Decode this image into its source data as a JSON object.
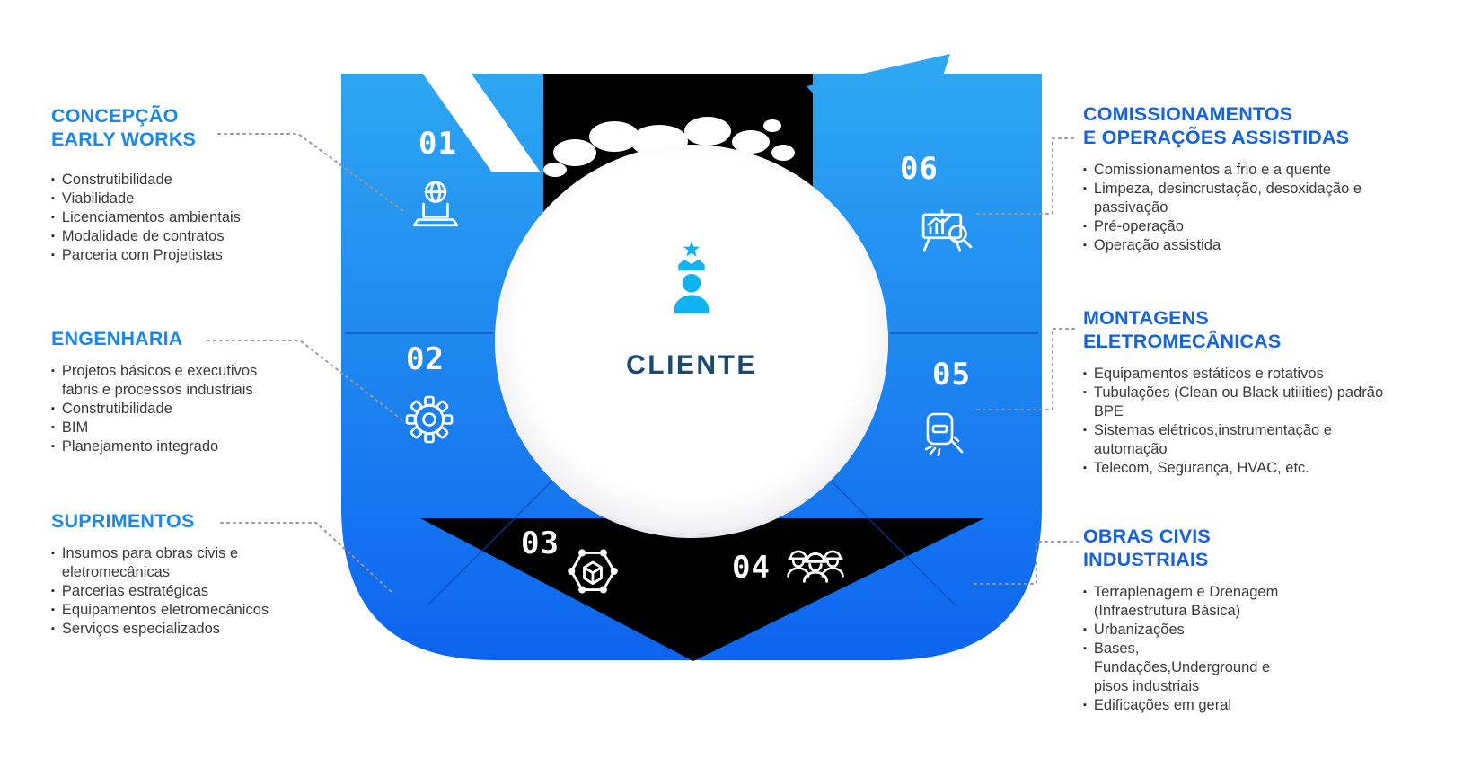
{
  "center": {
    "label": "CLIENTE",
    "icon": "client-crown-star-icon"
  },
  "segments": [
    {
      "number": "01",
      "icon": "laptop-globe-icon"
    },
    {
      "number": "02",
      "icon": "gear-icon"
    },
    {
      "number": "03",
      "icon": "supply-network-box-icon"
    },
    {
      "number": "04",
      "icon": "workers-team-icon"
    },
    {
      "number": "05",
      "icon": "welding-mask-icon"
    },
    {
      "number": "06",
      "icon": "presentation-chart-magnifier-icon"
    }
  ],
  "services": [
    {
      "title_lines": [
        "CONCEPÇÃO",
        "EARLY WORKS"
      ],
      "items": [
        "Construtibilidade",
        "Viabilidade",
        "Licenciamentos ambientais",
        "Modalidade de contratos",
        "Parceria com Projetistas"
      ]
    },
    {
      "title_lines": [
        "ENGENHARIA",
        ""
      ],
      "items": [
        "Projetos básicos e executivos fabris e processos industriais",
        "Construtibilidade",
        "BIM",
        "Planejamento integrado"
      ]
    },
    {
      "title_lines": [
        "SUPRIMENTOS",
        ""
      ],
      "items": [
        "Insumos para obras civis e eletromecânicas",
        "Parcerias estratégicas",
        "Equipamentos eletromecânicos",
        "Serviços especializados"
      ]
    },
    {
      "title_lines": [
        "COMISSIONAMENTOS",
        "E OPERAÇÕES ASSISTIDAS"
      ],
      "items": [
        "Comissionamentos a frio e a quente",
        "Limpeza, desincrustação, desoxidação e passivação",
        "Pré-operação",
        "Operação assistida"
      ]
    },
    {
      "title_lines": [
        "MONTAGENS",
        "ELETROMECÂNICAS"
      ],
      "items": [
        "Equipamentos estáticos e rotativos",
        "Tubulações (Clean ou Black utilities) padrão BPE",
        "Sistemas elétricos,instrumentação e automação",
        "Telecom, Segurança, HVAC, etc."
      ]
    },
    {
      "title_lines": [
        "OBRAS CIVIS",
        "INDUSTRIAIS"
      ],
      "items": [
        "Terraplenagem e Drenagem (Infraestrutura Básica)",
        "Urbanizações",
        "Bases, Fundações,Underground e pisos industriais",
        "Edificações em geral"
      ]
    }
  ],
  "colors": {
    "heading_left": "#1B87E8",
    "heading_right": "#1662DC",
    "ring_top": "#2FA9F2",
    "ring_bottom": "#0C63EF",
    "center_accent": "#10B2F0",
    "center_text": "#1A4A70",
    "body_text": "#3A3A3A"
  }
}
